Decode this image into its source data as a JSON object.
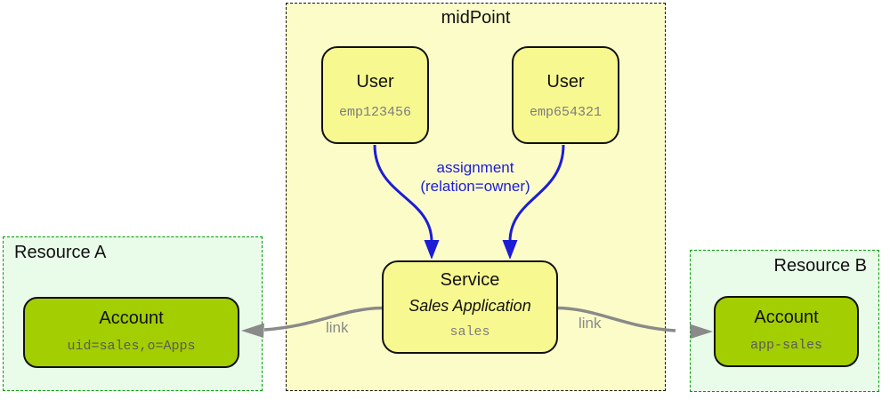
{
  "midpoint": {
    "title": "midPoint",
    "users": [
      {
        "type_label": "User",
        "id": "emp123456"
      },
      {
        "type_label": "User",
        "id": "emp654321"
      }
    ],
    "service": {
      "type_label": "Service",
      "display_name": "Sales Application",
      "id": "sales"
    }
  },
  "resources": [
    {
      "title": "Resource A",
      "account": {
        "type_label": "Account",
        "id": "uid=sales,o=Apps"
      }
    },
    {
      "title": "Resource B",
      "account": {
        "type_label": "Account",
        "id": "app-sales"
      }
    }
  ],
  "edges": {
    "assignment": {
      "label_line1": "assignment",
      "label_line2": "(relation=owner)",
      "color": "#1C1CD6"
    },
    "links": [
      {
        "label": "link"
      },
      {
        "label": "link"
      }
    ],
    "link_color": "#8a8a8a"
  },
  "colors": {
    "midpoint_fill": "#FCFCC9",
    "node_fill": "#F8F890",
    "node_border": "#111111",
    "resource_fill": "#E9FBE9",
    "resource_border": "#009A00",
    "account_fill": "#A3CE01",
    "mono_text": "#7d7d7d"
  }
}
